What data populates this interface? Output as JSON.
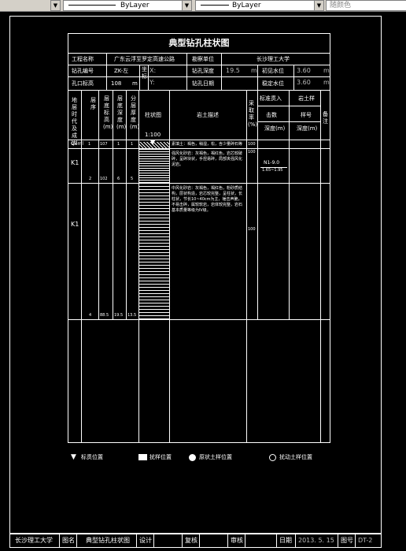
{
  "toolbar": {
    "layer1": "ByLayer",
    "layer2": "ByLayer",
    "color": "随颜色"
  },
  "sheet": {
    "title": "典型钻孔柱状图",
    "row1": {
      "project_label": "工程名称",
      "project_value": "广东云浮至罗定高速公路",
      "survey_unit_label": "勘察单位",
      "survey_unit_value": "长沙理工大学"
    },
    "row2": {
      "hole_no_label": "钻孔编号",
      "hole_no_value": "ZK-左",
      "coord_label": "坐标",
      "x_label": "X:",
      "y_label": "Y:",
      "depth_label": "钻孔深度",
      "depth_value": "19.5",
      "depth_unit": "m",
      "init_water_label": "初见水位",
      "init_water_value": "3.60",
      "init_water_unit": "m"
    },
    "row3": {
      "elev_label": "孔口标高",
      "elev_value": "108",
      "elev_unit": "m",
      "date_label": "钻孔日期",
      "stable_water_label": "稳定水位",
      "stable_water_value": "3.60",
      "stable_water_unit": "m"
    },
    "headers": {
      "era": "地层时代及成因",
      "layer_no": "层序",
      "bottom_elev": "层底标高(m)",
      "bottom_depth": "层底深度(m)",
      "thickness": "分层厚度(m)",
      "column": "柱状图",
      "scale": "1:100",
      "description": "岩土描述",
      "recovery": "采取率(%)",
      "spt": "标准贯入",
      "spt_count": "击数",
      "spt_depth": "深度(m)",
      "sample": "岩土样",
      "sample_no": "样号",
      "sample_depth": "深度(m)",
      "remarks": "备注"
    },
    "rows": [
      {
        "era": "Q4ml",
        "layer": "1",
        "elev": "107",
        "depth": "1",
        "thick": "1",
        "desc": "素填土：褐色，稍湿，松，含少量碎石等",
        "recovery": "100"
      },
      {
        "era": "K1",
        "layer": "2",
        "elev": "102",
        "depth": "6",
        "thick": "5",
        "desc": "强风化砂岩：灰褐色，褐红色，岩芯较破碎，呈碎块状，手捏易碎，局部夹强风化泥岩。",
        "recovery": "100",
        "spt_no": "N1-9.0",
        "spt_range": "1.65~1.95"
      },
      {
        "era": "K1",
        "layer": "4",
        "elev": "88.5",
        "depth": "19.5",
        "thick": "13.5",
        "desc": "中风化砂岩：灰褐色，褐红色，粉砂质结构，层状构造，岩芯较完整，呈柱状，长柱状，节长10~40cm为主，锤击声脆，不易击碎，属较软岩，岩体较完整，岩石基本质量等级为Ⅳ级。",
        "recovery": "100"
      }
    ]
  },
  "legend": {
    "spt": "标贯位置",
    "disturbed": "扰样位置",
    "undisturbed": "原状土样位置",
    "static": "扰动土样位置"
  },
  "footer": {
    "org": "长沙理工大学",
    "name_label": "图名",
    "name_value": "典型钻孔柱状图",
    "design_label": "设计",
    "review_label": "复核",
    "check_label": "审核",
    "date_label": "日期",
    "date_value": "2013. 5. 15",
    "no_label": "图号",
    "no_value": "DT-2"
  }
}
